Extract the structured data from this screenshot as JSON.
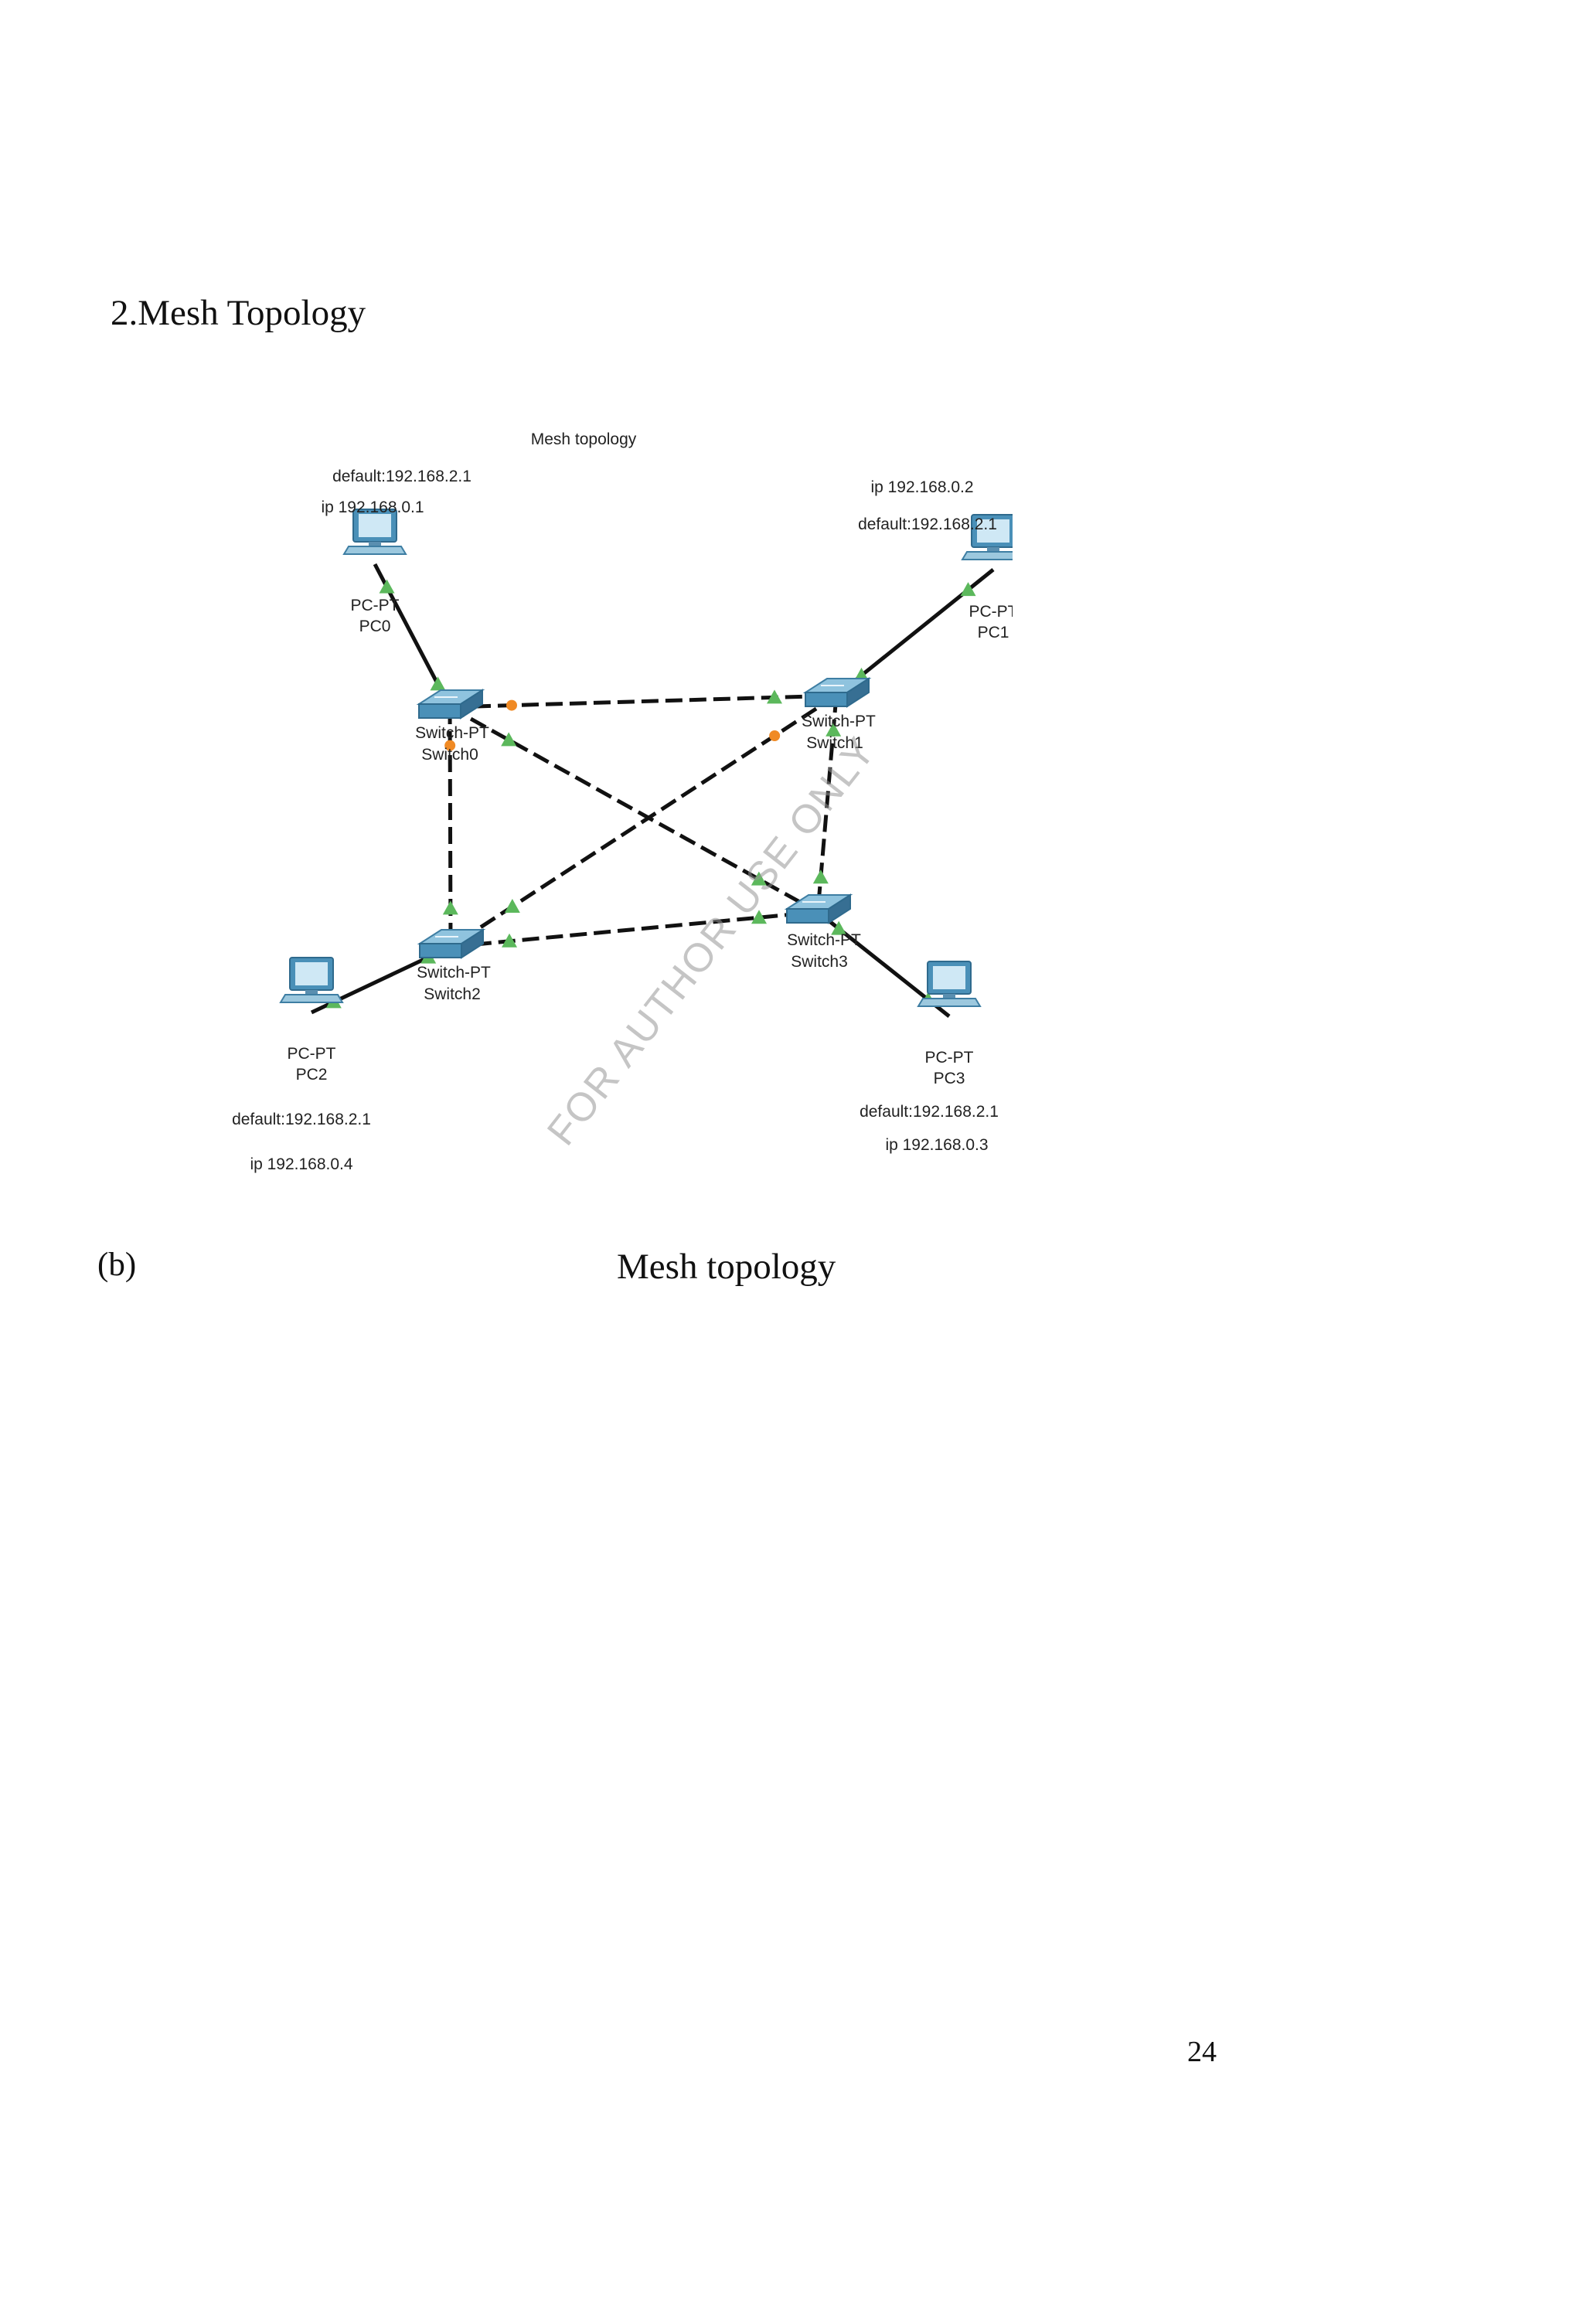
{
  "section": {
    "heading": "2.Mesh Topology"
  },
  "diagram": {
    "title": "Mesh topology",
    "devices": [
      {
        "id": "pc0",
        "type": "PC-PT",
        "name": "PC0",
        "ip": "ip 192.168.0.1",
        "gateway": "default:192.168.2.1"
      },
      {
        "id": "pc1",
        "type": "PC-PT",
        "name": "PC1",
        "ip": "ip 192.168.0.2",
        "gateway": "default:192.168.2.1"
      },
      {
        "id": "pc2",
        "type": "PC-PT",
        "name": "PC2",
        "ip": "ip 192.168.0.4",
        "gateway": "default:192.168.2.1"
      },
      {
        "id": "pc3",
        "type": "PC-PT",
        "name": "PC3",
        "ip": "ip 192.168.0.3",
        "gateway": "default:192.168.2.1"
      }
    ],
    "switches": [
      {
        "id": "sw0",
        "type": "Switch-PT",
        "name": "Switch0"
      },
      {
        "id": "sw1",
        "type": "Switch-PT",
        "name": "Switch1"
      },
      {
        "id": "sw2",
        "type": "Switch-PT",
        "name": "Switch2"
      },
      {
        "id": "sw3",
        "type": "Switch-PT",
        "name": "Switch3"
      }
    ],
    "links": [
      {
        "from": "pc0",
        "to": "sw0",
        "style": "solid"
      },
      {
        "from": "pc1",
        "to": "sw1",
        "style": "solid"
      },
      {
        "from": "pc2",
        "to": "sw2",
        "style": "solid"
      },
      {
        "from": "pc3",
        "to": "sw3",
        "style": "solid"
      },
      {
        "from": "sw0",
        "to": "sw1",
        "style": "dashed"
      },
      {
        "from": "sw0",
        "to": "sw2",
        "style": "dashed"
      },
      {
        "from": "sw0",
        "to": "sw3",
        "style": "dashed"
      },
      {
        "from": "sw1",
        "to": "sw2",
        "style": "dashed"
      },
      {
        "from": "sw1",
        "to": "sw3",
        "style": "dashed"
      },
      {
        "from": "sw2",
        "to": "sw3",
        "style": "dashed"
      }
    ],
    "colors": {
      "link_up": "#5cb85c",
      "link_blocked": "#f08a24",
      "device": "#4a90b8"
    }
  },
  "figure": {
    "label": "(b)",
    "caption": "Mesh topology"
  },
  "watermark": "FOR AUTHOR USE ONLY",
  "page_number": "24"
}
